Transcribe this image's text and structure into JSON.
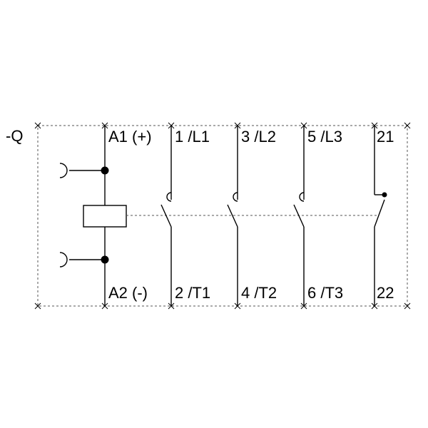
{
  "device_designation": "-Q",
  "coil": {
    "top_terminal": "A1 (+)",
    "bottom_terminal": "A2 (-)"
  },
  "main_contacts": [
    {
      "top": "1 /L1",
      "bottom": "2 /T1",
      "type": "NO"
    },
    {
      "top": "3 /L2",
      "bottom": "4 /T2",
      "type": "NO"
    },
    {
      "top": "5 /L3",
      "bottom": "6 /T3",
      "type": "NO"
    }
  ],
  "auxiliary_contact": {
    "top": "21",
    "bottom": "22",
    "type": "NC"
  },
  "colors": {
    "line": "#000000",
    "enclosure": "#555555",
    "background": "#ffffff"
  }
}
